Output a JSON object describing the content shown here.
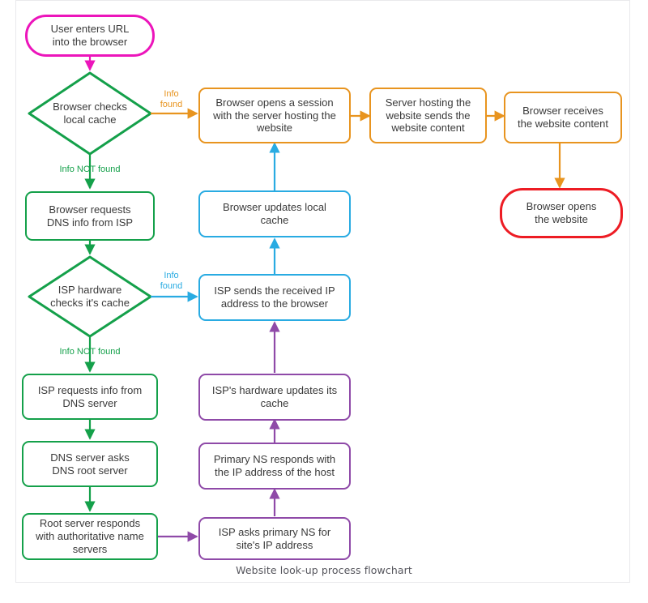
{
  "caption": "Website look-up process flowchart",
  "colors": {
    "magenta": "#ec15bb",
    "green": "#14a04a",
    "orange": "#e8941f",
    "blue": "#29abe2",
    "purple": "#8f4aa8",
    "red": "#ed1c24",
    "text": "#3a3a3a",
    "caption": "#55555c",
    "card_border": "#e9e9ec",
    "background": "#ffffff"
  },
  "nodes": {
    "start": {
      "label": "User enters URL\ninto the browser",
      "shape": "terminal",
      "color": "magenta"
    },
    "browser_cache_check": {
      "label": "Browser checks\nlocal cache",
      "shape": "diamond",
      "color": "green"
    },
    "browser_dns_request": {
      "label": "Browser requests\nDNS info from ISP",
      "shape": "rounded",
      "color": "green"
    },
    "isp_cache_check": {
      "label": "ISP hardware\nchecks it's cache",
      "shape": "diamond",
      "color": "green"
    },
    "isp_requests_dns": {
      "label": "ISP requests info from\nDNS server",
      "shape": "rounded",
      "color": "green"
    },
    "dns_asks_root": {
      "label": "DNS server asks\nDNS root server",
      "shape": "rounded",
      "color": "green"
    },
    "root_responds": {
      "label": "Root server responds\nwith authoritative name\nservers",
      "shape": "rounded",
      "color": "green"
    },
    "isp_asks_primary_ns": {
      "label": "ISP asks primary NS for\nsite's IP address",
      "shape": "rounded",
      "color": "purple"
    },
    "primary_ns_responds": {
      "label": "Primary NS responds with\nthe IP address of the host",
      "shape": "rounded",
      "color": "purple"
    },
    "isp_hw_updates_cache": {
      "label": "ISP's hardware updates its\ncache",
      "shape": "rounded",
      "color": "purple"
    },
    "isp_sends_ip": {
      "label": "ISP sends the received IP\naddress to the browser",
      "shape": "rounded",
      "color": "blue"
    },
    "browser_updates_cache": {
      "label": "Browser updates local\ncache",
      "shape": "rounded",
      "color": "blue"
    },
    "browser_opens_session": {
      "label": "Browser opens a session\nwith the server hosting the\nwebsite",
      "shape": "rounded",
      "color": "orange"
    },
    "server_sends_content": {
      "label": "Server hosting the\nwebsite sends the\nwebsite content",
      "shape": "rounded",
      "color": "orange"
    },
    "browser_receives_content": {
      "label": "Browser receives\nthe website content",
      "shape": "rounded",
      "color": "orange"
    },
    "browser_opens_website": {
      "label": "Browser opens\nthe website",
      "shape": "terminal",
      "color": "red"
    }
  },
  "edge_labels": {
    "cache_info_found": {
      "text": "Info\nfound",
      "color": "orange"
    },
    "cache_info_not_found": {
      "text": "Info NOT found",
      "color": "green"
    },
    "isp_info_found": {
      "text": "Info\nfound",
      "color": "blue"
    },
    "isp_info_not_found": {
      "text": "Info NOT found",
      "color": "green"
    }
  },
  "edges": [
    {
      "from": "start",
      "to": "browser_cache_check",
      "color": "magenta"
    },
    {
      "from": "browser_cache_check",
      "to": "browser_opens_session",
      "color": "orange",
      "label": "Info found"
    },
    {
      "from": "browser_cache_check",
      "to": "browser_dns_request",
      "color": "green",
      "label": "Info NOT found"
    },
    {
      "from": "browser_dns_request",
      "to": "isp_cache_check",
      "color": "green"
    },
    {
      "from": "isp_cache_check",
      "to": "isp_sends_ip",
      "color": "blue",
      "label": "Info found"
    },
    {
      "from": "isp_cache_check",
      "to": "isp_requests_dns",
      "color": "green",
      "label": "Info NOT found"
    },
    {
      "from": "isp_requests_dns",
      "to": "dns_asks_root",
      "color": "green"
    },
    {
      "from": "dns_asks_root",
      "to": "root_responds",
      "color": "green"
    },
    {
      "from": "root_responds",
      "to": "isp_asks_primary_ns",
      "color": "purple"
    },
    {
      "from": "isp_asks_primary_ns",
      "to": "primary_ns_responds",
      "color": "purple"
    },
    {
      "from": "primary_ns_responds",
      "to": "isp_hw_updates_cache",
      "color": "purple"
    },
    {
      "from": "isp_hw_updates_cache",
      "to": "isp_sends_ip",
      "color": "purple"
    },
    {
      "from": "isp_sends_ip",
      "to": "browser_updates_cache",
      "color": "blue"
    },
    {
      "from": "browser_updates_cache",
      "to": "browser_opens_session",
      "color": "blue"
    },
    {
      "from": "browser_opens_session",
      "to": "server_sends_content",
      "color": "orange"
    },
    {
      "from": "server_sends_content",
      "to": "browser_receives_content",
      "color": "orange"
    },
    {
      "from": "browser_receives_content",
      "to": "browser_opens_website",
      "color": "orange"
    }
  ]
}
